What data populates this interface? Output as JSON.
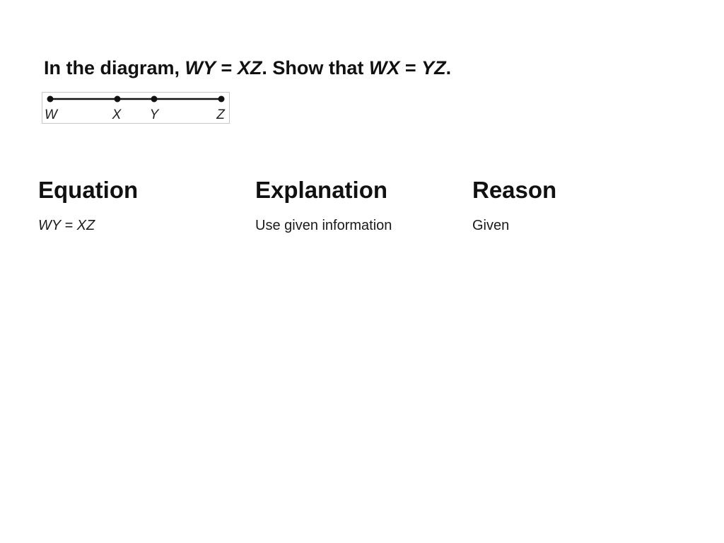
{
  "prompt": {
    "t1": "In the diagram, ",
    "t2": "WY",
    "t3": " = ",
    "t4": "XZ",
    "t5": ". Show that ",
    "t6": "WX",
    "t7": " = ",
    "t8": "YZ",
    "t9": "."
  },
  "diagram": {
    "points": [
      "W",
      "X",
      "Y",
      "Z"
    ]
  },
  "table": {
    "headers": [
      "Equation",
      "Explanation",
      "Reason"
    ],
    "rows": [
      [
        "WY = XZ",
        "Use given information",
        "Given"
      ]
    ]
  }
}
